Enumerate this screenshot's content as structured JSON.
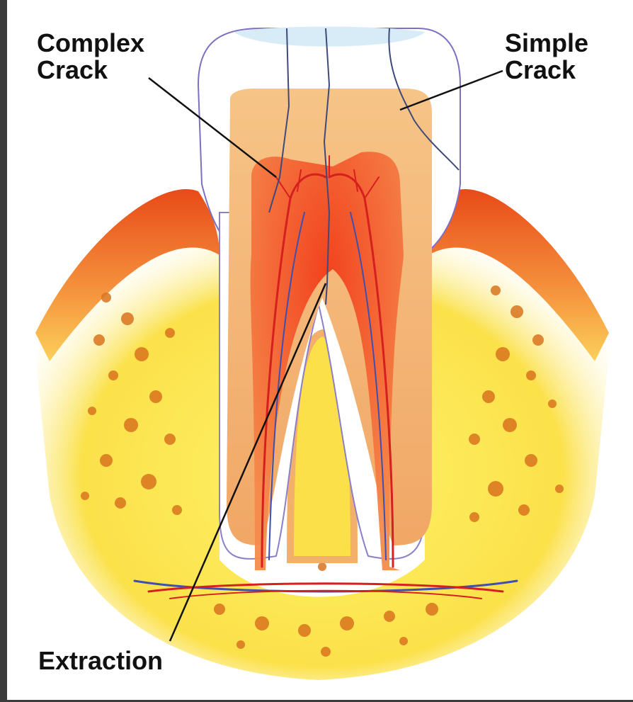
{
  "labels": {
    "complex_crack_line1": "Complex",
    "complex_crack_line2": "Crack",
    "simple_crack_line1": "Simple",
    "simple_crack_line2": "Crack",
    "extraction": "Extraction"
  },
  "colors": {
    "frame_border": "#3b3b3b",
    "background": "#ffffff",
    "enamel": "#d8ecf8",
    "dentin": "#f3b878",
    "pulp": "#f0582a",
    "gum": "#ee5a22",
    "bone": "#fbe14a",
    "bone_spots": "#d9741e",
    "blood_vessel": "#d61f1f",
    "nerve": "#3e4fb0",
    "label_text": "#111111",
    "leader_line": "#111111"
  }
}
